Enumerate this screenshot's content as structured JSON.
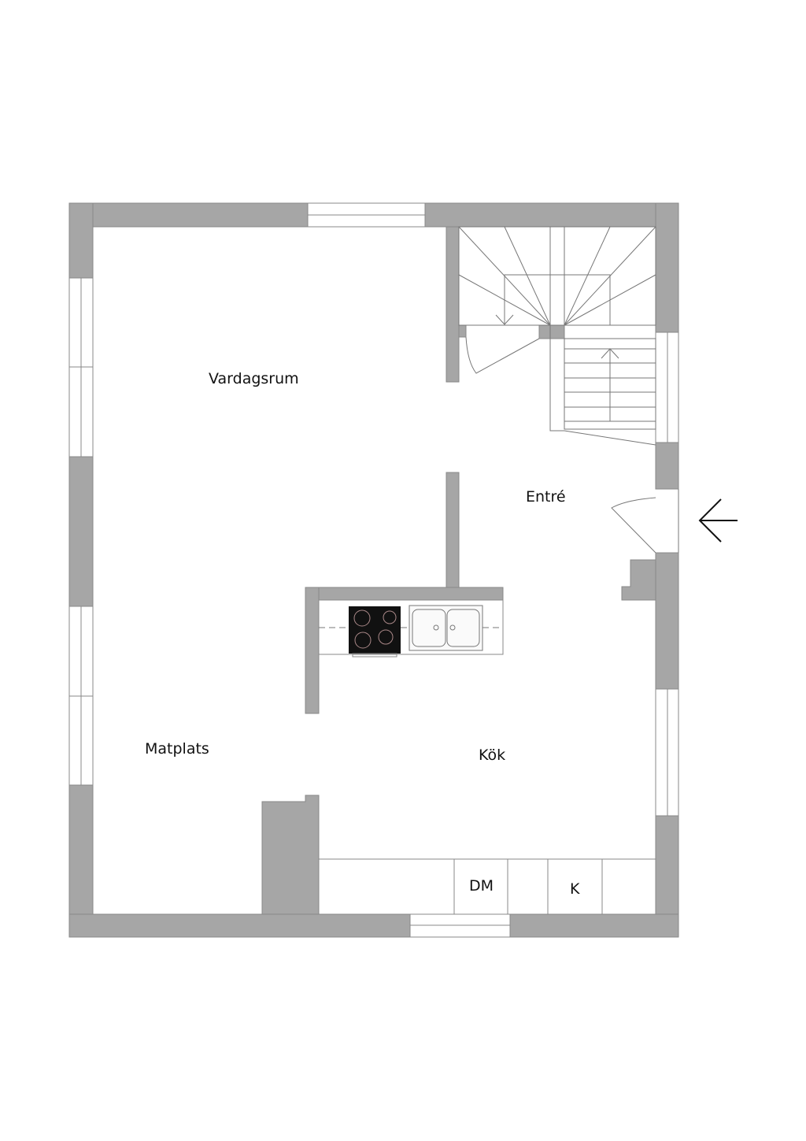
{
  "rooms": {
    "living": "Vardagsrum",
    "entrance": "Entré",
    "dining": "Matplats",
    "kitchen": "Kök"
  },
  "appliances": {
    "dishwasher": "DM",
    "fridge": "K"
  },
  "colors": {
    "wall": "#a6a6a6",
    "line": "#7a7a7a",
    "stove": "#111111"
  },
  "icons": {
    "entrance": "arrow-left-icon"
  }
}
